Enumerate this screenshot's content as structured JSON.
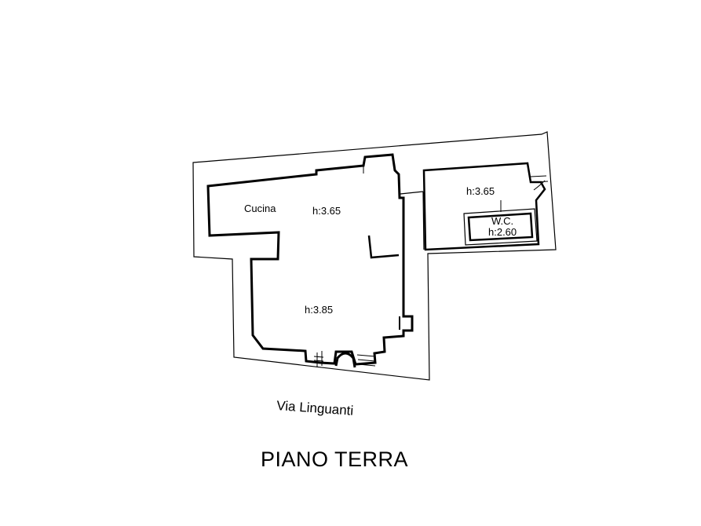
{
  "rooms": {
    "kitchen_name": "Cucina",
    "kitchen_height": "h:3.65",
    "main_height": "h:3.85",
    "right_room_height": "h:3.65",
    "wc_name": "W.C.",
    "wc_height": "h:2.60"
  },
  "street": {
    "name": "Via Linguanti"
  },
  "title": "PIANO TERRA",
  "colors": {
    "lines": "#000000",
    "background": "#ffffff"
  }
}
